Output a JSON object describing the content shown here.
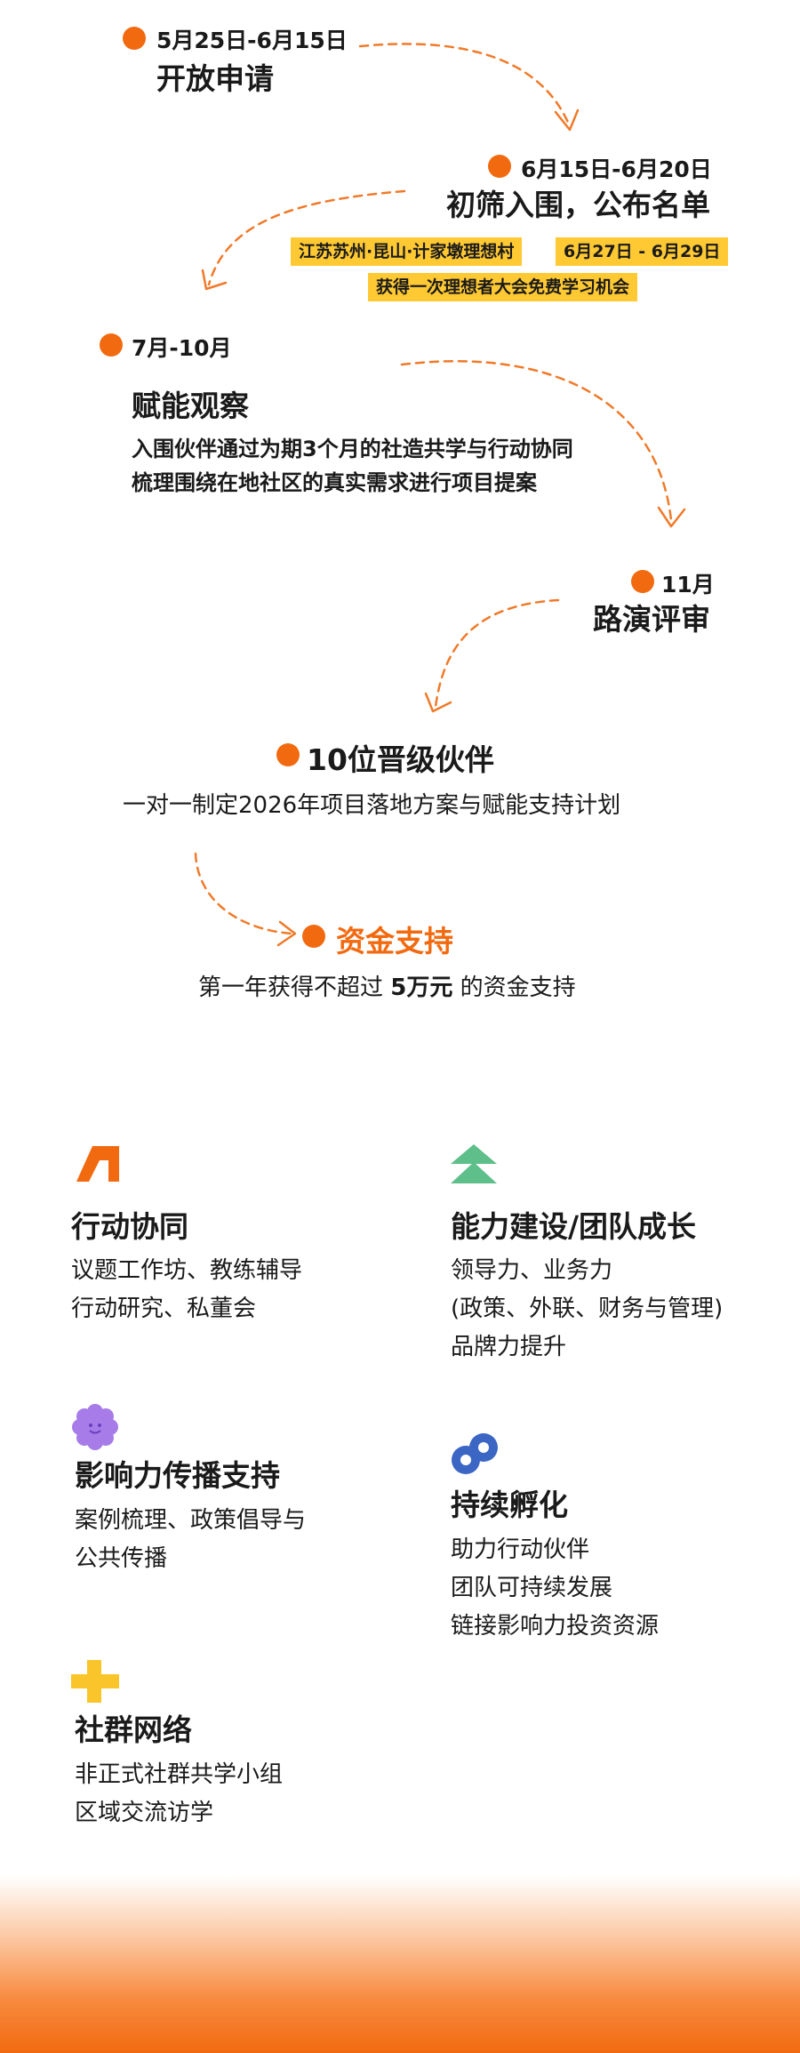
{
  "timeline": {
    "step1": {
      "date": "5月25日-6月15日",
      "title": "开放申请"
    },
    "step2": {
      "date": "6月15日-6月20日",
      "title": "初筛入围，公布名单",
      "tag_location": "江苏苏州·昆山·计家墩理想村",
      "tag_dates": "6月27日 - 6月29日",
      "tag_opportunity": "获得一次理想者大会免费学习机会"
    },
    "step3": {
      "date": "7月-10月",
      "title": "赋能观察",
      "desc_line1": "入围伙伴通过为期3个月的社造共学与行动协同",
      "desc_line2": "梳理围绕在地社区的真实需求进行项目提案"
    },
    "step4": {
      "date": "11月",
      "title": "路演评审"
    },
    "step5": {
      "title": "10位晋级伙伴",
      "desc": "一对一制定2026年项目落地方案与赋能支持计划"
    },
    "step6": {
      "title": "资金支持",
      "desc_prefix": "第一年获得不超过 ",
      "desc_amount": "5万元",
      "desc_suffix": " 的资金支持"
    }
  },
  "features": {
    "action": {
      "icon": "action-logo-icon",
      "title": "行动协同",
      "lines": [
        "议题工作坊、教练辅导",
        "行动研究、私董会"
      ]
    },
    "capacity": {
      "icon": "double-chevron-up-icon",
      "title": "能力建设/团队成长",
      "lines": [
        "领导力、业务力",
        "(政策、外联、财务与管理)",
        "品牌力提升"
      ]
    },
    "influence": {
      "icon": "flower-icon",
      "title": "影响力传播支持",
      "lines": [
        "案例梳理、政策倡导与",
        "公共传播"
      ]
    },
    "incubation": {
      "icon": "link-icon",
      "title": "持续孵化",
      "lines": [
        "助力行动伙伴",
        "团队可持续发展",
        "链接影响力投资资源"
      ]
    },
    "community": {
      "icon": "plus-icon",
      "title": "社群网络",
      "lines": [
        "非正式社群共学小组",
        "区域交流访学"
      ]
    }
  },
  "colors": {
    "accent": "#f26a10",
    "tag": "#ffc933",
    "green": "#5fbf8a",
    "purple": "#a77ce8",
    "blue": "#3b66c4",
    "yellow": "#f9c52b"
  }
}
